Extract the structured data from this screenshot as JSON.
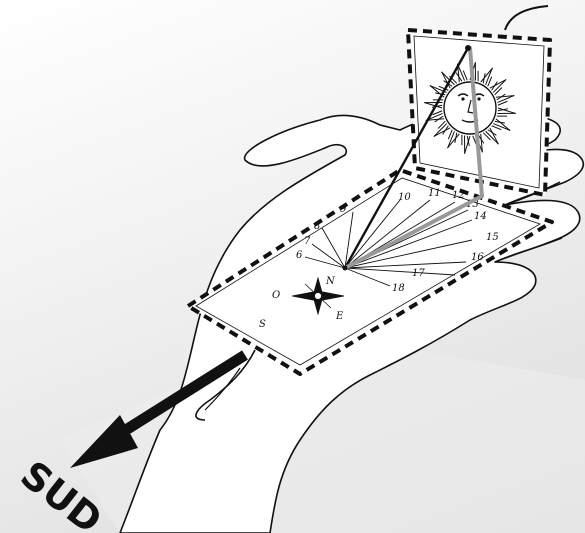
{
  "dial": {
    "hours": [
      "6",
      "7",
      "8",
      "9",
      "10",
      "11",
      "12",
      "13",
      "14",
      "15",
      "16",
      "17",
      "18"
    ],
    "compass": {
      "north": "N",
      "south": "S",
      "east": "E",
      "west": "O"
    }
  },
  "direction_label": "SUD",
  "colors": {
    "ink": "#111111",
    "hand_fill": "#ffffff",
    "gnomon_shadow": "#999999"
  }
}
